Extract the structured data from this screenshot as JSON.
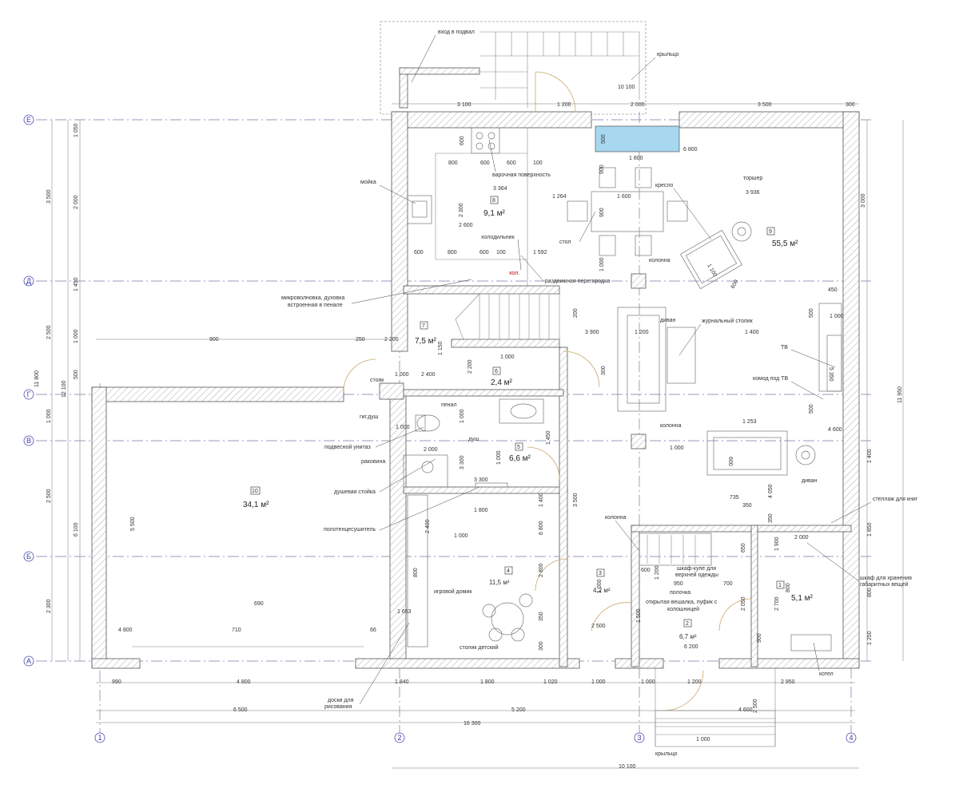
{
  "grid_axes": {
    "horizontal": [
      "Е",
      "Д",
      "Г",
      "В",
      "Б",
      "А"
    ],
    "vertical": [
      "1",
      "2",
      "3",
      "4"
    ]
  },
  "rooms": [
    {
      "num": "1",
      "area": "5,1 м²"
    },
    {
      "num": "2",
      "area": "6,7 м²"
    },
    {
      "num": "3",
      "area": "4,2 м²"
    },
    {
      "num": "4",
      "area": "11,5 м²"
    },
    {
      "num": "5",
      "area": "6,6 м²"
    },
    {
      "num": "6",
      "area": "2,4 м²"
    },
    {
      "num": "7",
      "area": "7,5 м²"
    },
    {
      "num": "8",
      "area": "9,1 м²"
    },
    {
      "num": "9",
      "area": "55,5 м²"
    },
    {
      "num": "10",
      "area": "34,1 м²"
    }
  ],
  "labels": {
    "basement": "вход в подвал",
    "porch_top": "крыльцо",
    "porch_bottom": "крыльцо",
    "sink": "мойка",
    "hob": "варочная поверхность",
    "fridge": "холодильник",
    "hol": "хол.",
    "oven1": "микроволновка, духовка",
    "oven2": "встроенная в пенале",
    "partition": "раздвижная перегородка",
    "table": "стол",
    "armchair": "кресло",
    "lamp": "торшер",
    "column1": "колонна",
    "column2": "колонна",
    "column3": "колонна",
    "sofa1": "диван",
    "sofa2": "диван",
    "coffee_table": "журнальный столик",
    "tv": "ТВ",
    "tv_chest": "комод под ТВ",
    "riser": "стояк",
    "hyg": "гиг.душ",
    "penal": "пенал",
    "toilet": "подвесной унитаз",
    "shower": "душ",
    "washbasin": "раковина",
    "shower_rack": "душевая стойка",
    "towel": "полотенцесушитель",
    "playhouse": "игровой домик",
    "kids_table": "столик детский",
    "bookshelf": "стеллаж для книг",
    "wardrobe1": "шкаф-купе для",
    "wardrobe2": "верхней одежды",
    "shelf": "полочка",
    "hanger1": "открытая вешалка, пуфик с",
    "hanger2": "колошницей",
    "storage1": "шкаф для хранения",
    "storage2": "габаритных вещей",
    "boiler": "котел",
    "boards1": "доски для",
    "boards2": "рисования"
  },
  "dimensions": {
    "top": [
      "3 100",
      "1 200",
      "2 000",
      "3 500",
      "300",
      "10 100"
    ],
    "bottom1": [
      "990",
      "4 800",
      "1 840",
      "1 800",
      "1 020",
      "1 000",
      "1 000",
      "1 200",
      "2 950"
    ],
    "bottom2": [
      "6 500",
      "5 200",
      "4 600"
    ],
    "bottom3": [
      "16 300"
    ],
    "bottom4": [
      "10 100"
    ],
    "left1": [
      "1 050",
      "3 500",
      "2 000",
      "1 450",
      "1 000",
      "500",
      "12 100",
      "1 000",
      "2 500",
      "6 100",
      "2 300"
    ],
    "left2": [
      "11 800",
      "2 500",
      "5 500"
    ],
    "right": [
      "3 000",
      "11 950",
      "1 400",
      "1 850",
      "1 250",
      "800"
    ],
    "inner": [
      "500",
      "1 800",
      "6 800",
      "800",
      "600",
      "600",
      "100",
      "900",
      "3 364",
      "1 264",
      "1 600",
      "3 936",
      "2 300",
      "900",
      "2 600",
      "600",
      "800",
      "600",
      "600",
      "100",
      "1 592",
      "1 000",
      "1 100",
      "600",
      "500",
      "450",
      "1 000",
      "1 200",
      "3 900",
      "1 400",
      "5 350",
      "900",
      "250",
      "2 200",
      "1 150",
      "2 200",
      "1 000",
      "2 400",
      "300",
      "1 000",
      "200",
      "1 000",
      "1 000",
      "2 000",
      "1 450",
      "1 000",
      "3 300",
      "3 300",
      "1 800",
      "1 253",
      "1 000",
      "600",
      "500",
      "4 600",
      "735",
      "4 050",
      "350",
      "350",
      "1 400",
      "2 400",
      "1 000",
      "6 800",
      "3 500",
      "800",
      "2 800",
      "1 000",
      "350",
      "300",
      "600",
      "1 200",
      "950",
      "700",
      "650",
      "1 900",
      "2 000",
      "2 050",
      "2 700",
      "800",
      "900",
      "1 500",
      "2 500",
      "6 200",
      "690",
      "4 800",
      "710",
      "66",
      "1 653",
      "2 500",
      "1 000"
    ]
  }
}
